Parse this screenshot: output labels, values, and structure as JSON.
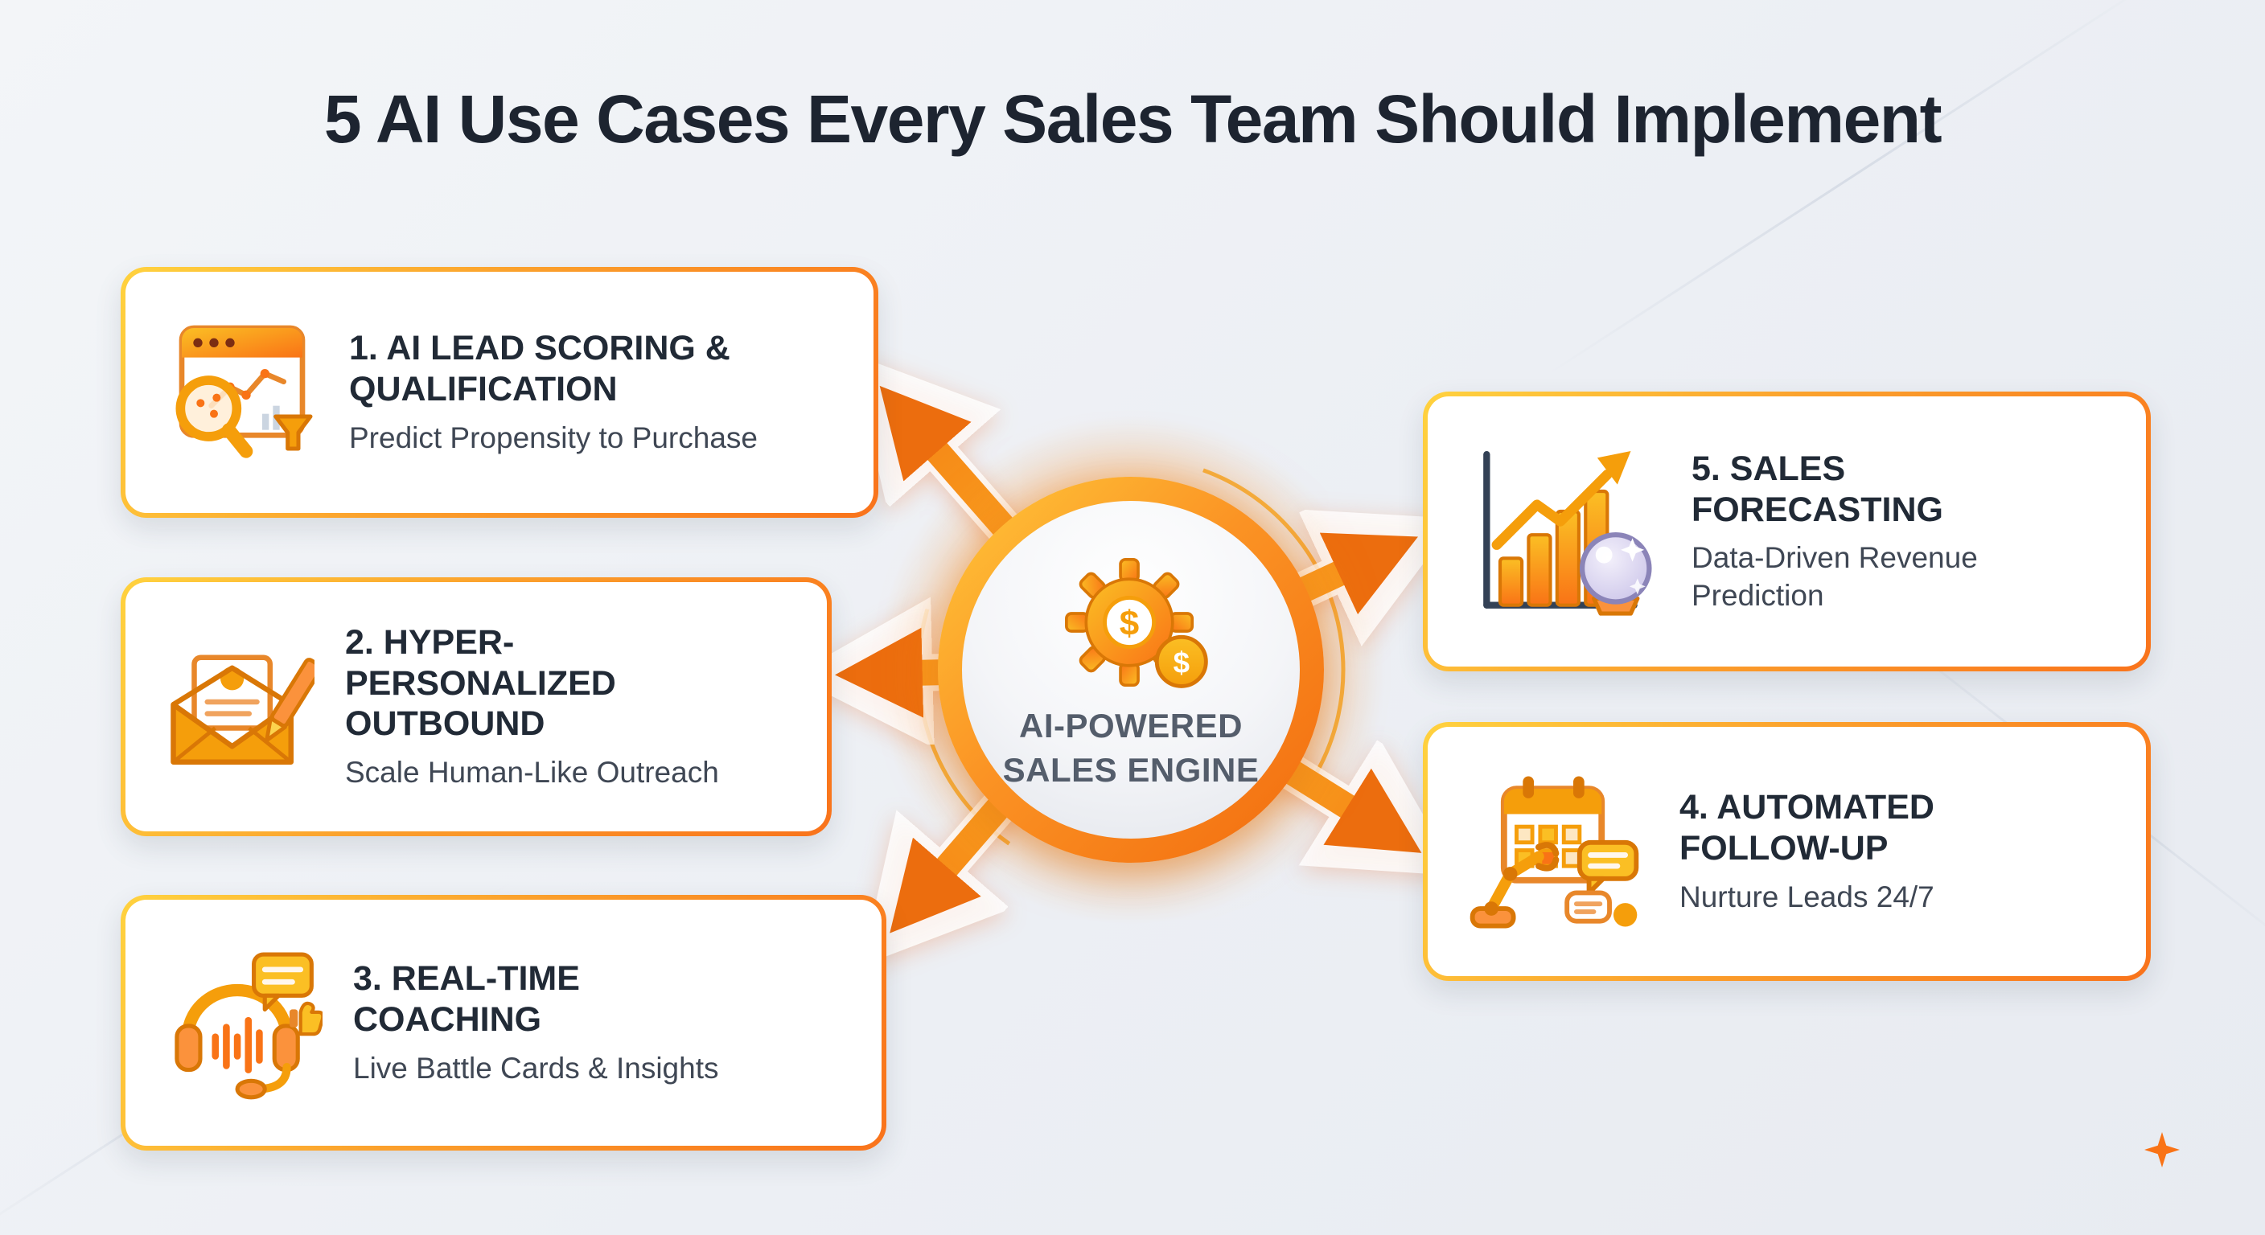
{
  "title": "5 AI Use Cases Every Sales Team Should Implement",
  "center": {
    "icon": "gear-dollar-icon",
    "label_line1": "AI-POWERED",
    "label_line2": "SALES ENGINE"
  },
  "cards": [
    {
      "icon": "lead-scoring-icon",
      "title": "1. AI LEAD SCORING & QUALIFICATION",
      "subtitle": "Predict Propensity to Purchase"
    },
    {
      "icon": "personalized-outbound-icon",
      "title": "2. HYPER-PERSONALIZED OUTBOUND",
      "subtitle": "Scale Human-Like Outreach"
    },
    {
      "icon": "real-time-coaching-icon",
      "title": "3. REAL-TIME COACHING",
      "subtitle": "Live Battle Cards & Insights"
    },
    {
      "icon": "sales-forecasting-icon",
      "title": "5. SALES FORECASTING",
      "subtitle": "Data-Driven Revenue Prediction"
    },
    {
      "icon": "automated-follow-up-icon",
      "title": "4. AUTOMATED FOLLOW-UP",
      "subtitle": "Nurture Leads 24/7"
    }
  ],
  "colors": {
    "background": "#eef0f4",
    "accent_orange": "#f97316",
    "accent_amber": "#f59e0b",
    "accent_yellow": "#fbbf24",
    "title_text": "#1d2430",
    "card_title_text": "#212a36",
    "card_subtitle_text": "#3f4754",
    "hub_label_text": "#545d6b"
  }
}
